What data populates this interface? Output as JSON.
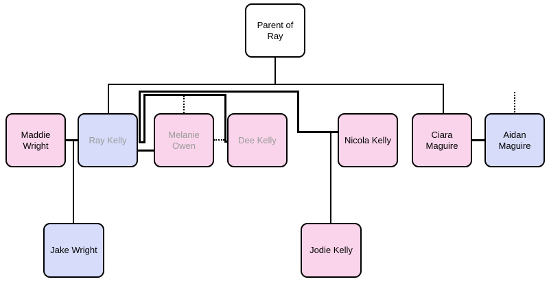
{
  "colors": {
    "female_fill": "#FAD4EA",
    "male_fill": "#D6DCFA",
    "unknown_fill": "#FFFFFF",
    "line": "#000000",
    "muted_text": "#9B9B9B",
    "text": "#000000",
    "background": "#FFFFFF"
  },
  "people": {
    "parent": {
      "name": "Parent of Ray"
    },
    "maddie": {
      "name": "Maddie Wright"
    },
    "ray": {
      "name": "Ray Kelly"
    },
    "melanie": {
      "name": "Melanie Owen"
    },
    "dee": {
      "name": "Dee Kelly"
    },
    "nicola": {
      "name": "Nicola Kelly"
    },
    "ciara": {
      "name": "Ciara Maguire"
    },
    "aidan": {
      "name": "Aidan Maguire"
    },
    "jake": {
      "name": "Jake Wright"
    },
    "jodie": {
      "name": "Jodie Kelly"
    }
  },
  "edges": [
    {
      "type": "parent-child",
      "from": "Parent of Ray",
      "children": [
        "Ray Kelly",
        "Ciara Maguire"
      ],
      "style": "thin-solid"
    },
    {
      "type": "partner",
      "between": [
        "Maddie Wright",
        "Ray Kelly"
      ],
      "style": "thick-solid"
    },
    {
      "type": "partner",
      "between": [
        "Ray Kelly",
        "Melanie Owen"
      ],
      "style": "thick-solid"
    },
    {
      "type": "partner",
      "between": [
        "Ray Kelly",
        "Dee Kelly"
      ],
      "style": "thick-solid-routed-above"
    },
    {
      "type": "partner",
      "between": [
        "Ray Kelly",
        "Nicola Kelly"
      ],
      "style": "thick-solid-routed-above"
    },
    {
      "type": "partner",
      "between": [
        "Melanie Owen",
        "Dee Kelly"
      ],
      "style": "dotted"
    },
    {
      "type": "partner",
      "between": [
        "Ciara Maguire",
        "Aidan Maguire"
      ],
      "style": "thick-solid"
    },
    {
      "type": "child-drop",
      "child": "Jake Wright",
      "from_partnership": [
        "Maddie Wright",
        "Ray Kelly"
      ],
      "style": "thin-solid"
    },
    {
      "type": "child-drop",
      "child": "Jodie Kelly",
      "from_partnership": [
        "Ray Kelly",
        "Nicola Kelly"
      ],
      "style": "thin-solid"
    },
    {
      "type": "dotted-top-link",
      "person": "Melanie Owen",
      "style": "dotted"
    },
    {
      "type": "dotted-top-link",
      "person": "Aidan Maguire",
      "style": "dotted"
    }
  ]
}
